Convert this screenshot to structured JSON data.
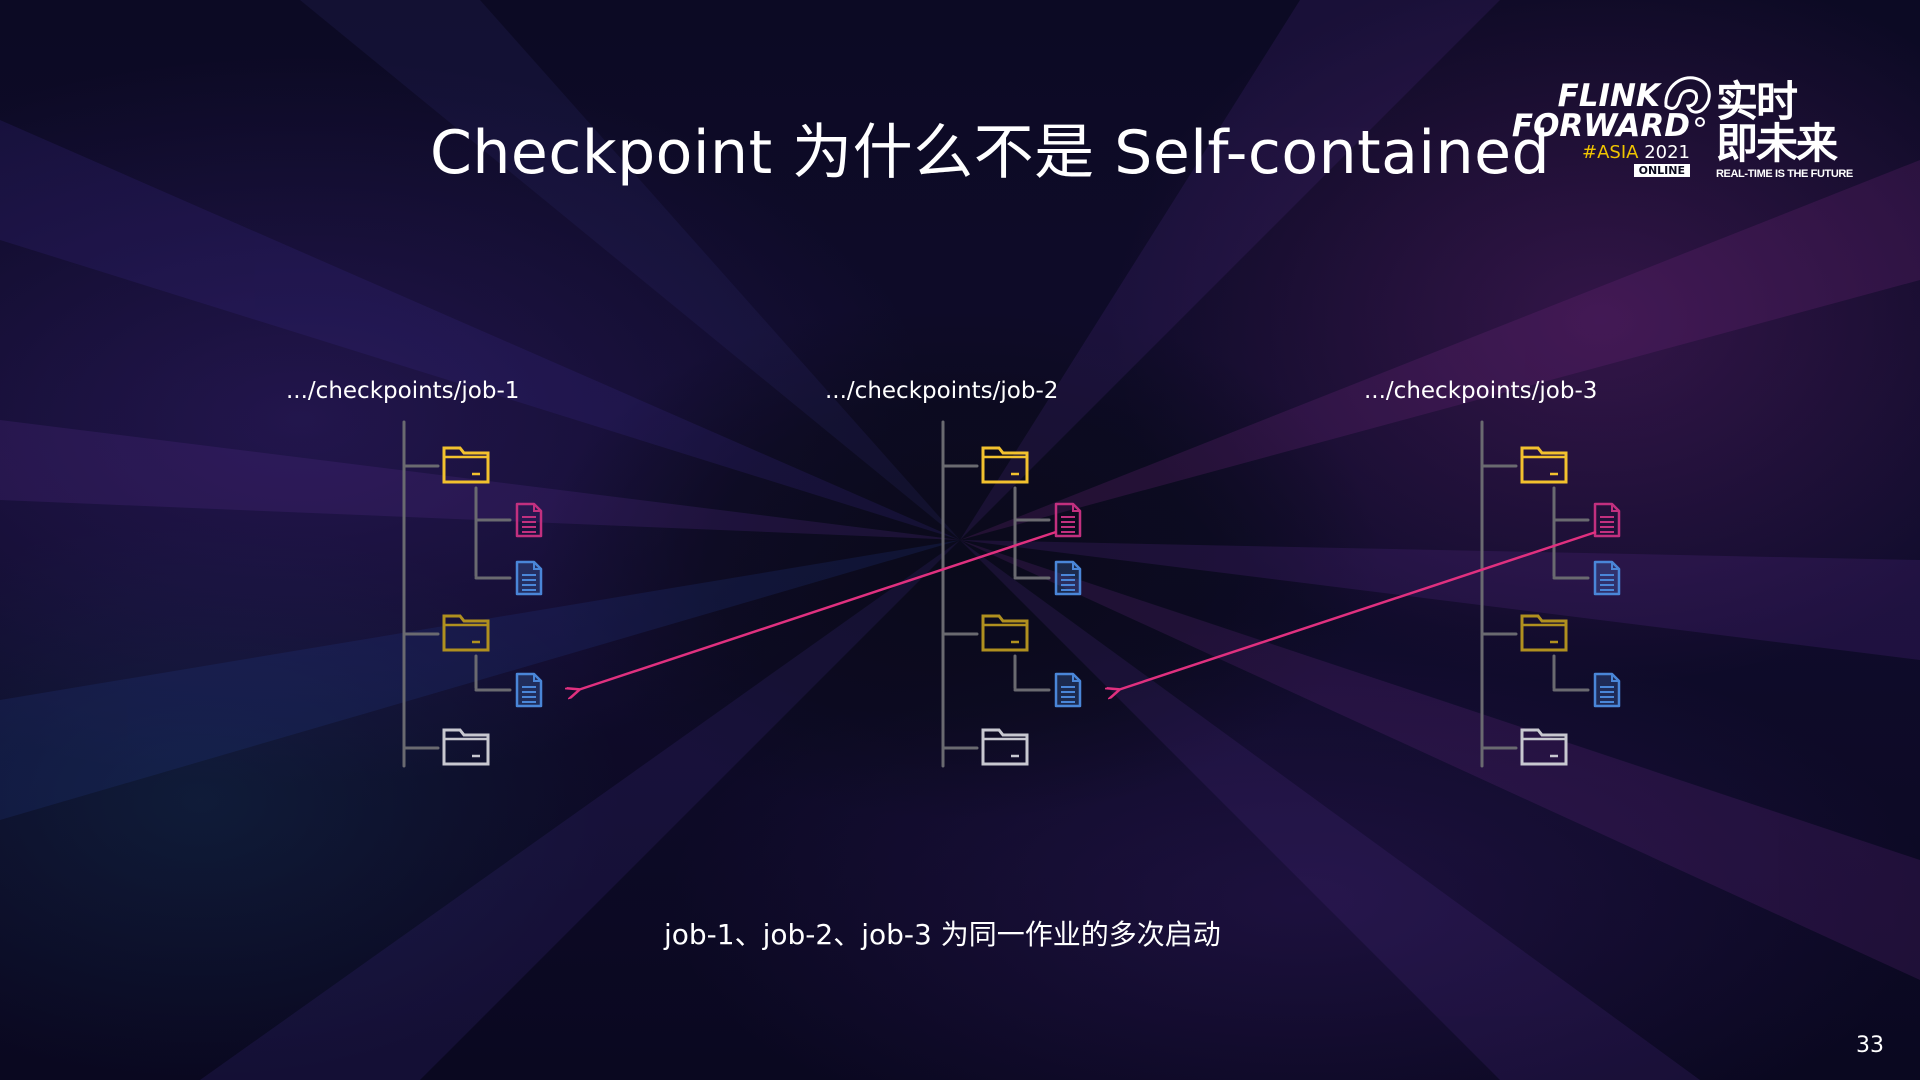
{
  "slide": {
    "title": "Checkpoint 为什么不是 Self-contained",
    "caption": "job-1、job-2、job-3 为同一作业的多次启动",
    "page_number": "33"
  },
  "logo": {
    "line1": "FLINK",
    "line2": "FORWARD",
    "asia_hash": "#ASIA",
    "asia_year": "2021",
    "badge": "ONLINE",
    "cn_line1": "实时",
    "cn_line2": "即未来",
    "tagline": "REAL-TIME IS THE FUTURE"
  },
  "trees": [
    {
      "path": ".../checkpoints/job-1"
    },
    {
      "path": ".../checkpoints/job-2"
    },
    {
      "path": ".../checkpoints/job-3"
    }
  ],
  "colors": {
    "folder_bright": "#f2c12e",
    "folder_dim": "#b0901f",
    "folder_empty": "#c8c8d0",
    "file_magenta": "#c2307f",
    "file_blue": "#4a86d8",
    "arrow": "#e0307f",
    "tree_line": "#6a6a70"
  },
  "icons": [
    "folder-icon",
    "file-icon",
    "arrow-icon"
  ]
}
